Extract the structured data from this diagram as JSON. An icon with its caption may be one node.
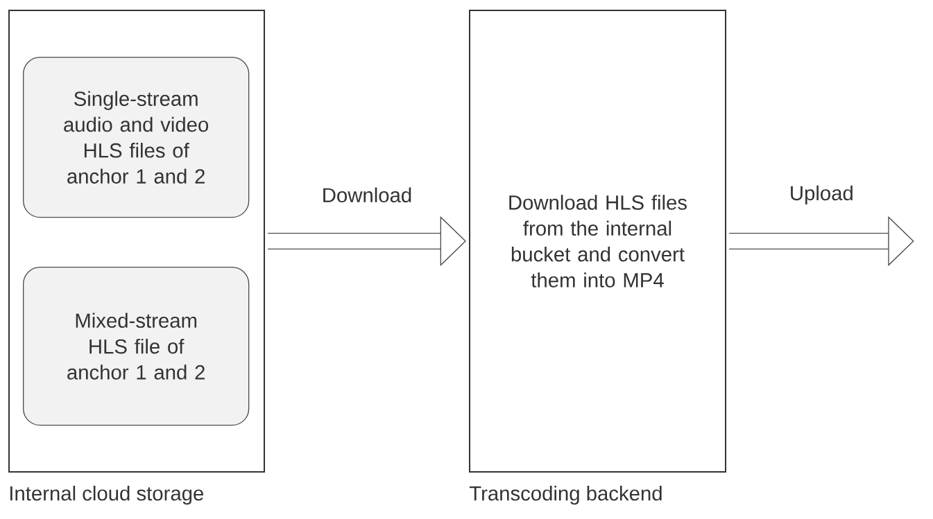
{
  "diagram": {
    "nodes": [
      {
        "text": [
          "Internal cloud storage"
        ]
      },
      {
        "text": [
          "Single-stream audio and video HLS files of anchor 1 and 2"
        ],
        "in": 0
      },
      {
        "text": [
          "Mixed-stream HLS file of anchor 1 and 2"
        ],
        "in": 0
      },
      {
        "text": [
          "Download HLS files from the internal bucket and convert them into MP4",
          "Transcoding backend"
        ]
      }
    ],
    "edges": [
      {
        "from": 0,
        "to": 3,
        "arrow": "to",
        "label": "Download"
      },
      {
        "from": 3,
        "to": null,
        "arrow": "to",
        "label": "Upload"
      }
    ]
  }
}
